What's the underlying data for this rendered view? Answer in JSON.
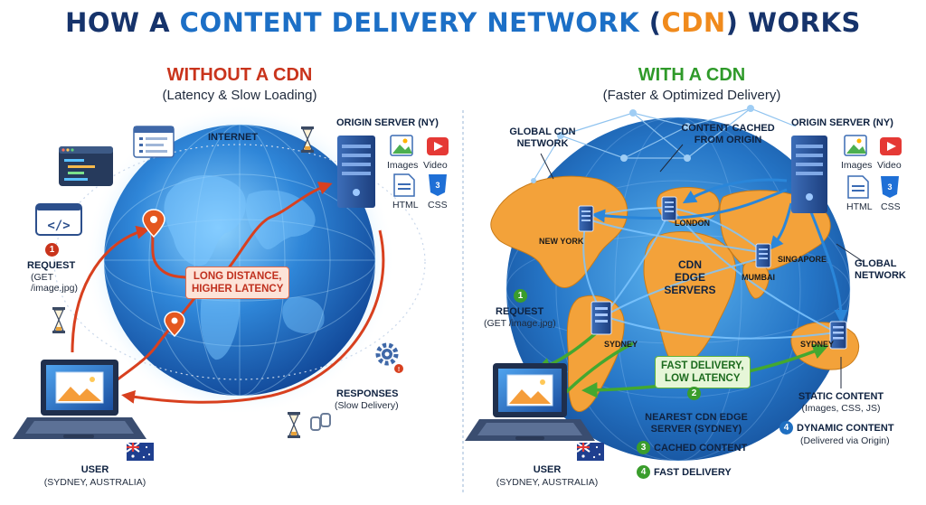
{
  "title": {
    "prefix": "HOW A ",
    "blue": "CONTENT DELIVERY NETWORK",
    "paren_open": " (",
    "orange": "CDN",
    "paren_close": ")",
    "suffix": " WORKS"
  },
  "colors": {
    "navy": "#16336b",
    "blue": "#1c6fc6",
    "orange": "#f08a1c",
    "red": "#c9341c",
    "green": "#3a9d2c",
    "globe": "#1f6fc1"
  },
  "left": {
    "heading": "WITHOUT A CDN",
    "subheading": "(Latency & Slow Loading)",
    "internet": "INTERNET",
    "origin": "ORIGIN SERVER (NY)",
    "assets": [
      "Images",
      "Video",
      "HTML",
      "CSS"
    ],
    "step_num": "1",
    "request_title": "REQUEST",
    "request_line1": "(GET",
    "request_line2": "/image.jpg)",
    "callout_line1": "LONG DISTANCE,",
    "callout_line2": "HIGHER LATENCY",
    "responses_title": "RESPONSES",
    "responses_sub": "(Slow Delivery)",
    "user_title": "USER",
    "user_sub": "(SYDNEY, AUSTRALIA)",
    "icons": [
      "code-window-icon",
      "browser-window-icon",
      "hourglass-icon",
      "location-pin-icon",
      "gear-icon",
      "laptop-icon",
      "australia-flag-icon"
    ]
  },
  "right": {
    "heading": "WITH A CDN",
    "subheading": "(Faster & Optimized Delivery)",
    "global_cdn_line1": "GLOBAL CDN",
    "global_cdn_line2": "NETWORK",
    "cached_line1": "CONTENT CACHED",
    "cached_line2": "FROM ORIGIN",
    "origin": "ORIGIN SERVER (NY)",
    "assets": [
      "Images",
      "Video",
      "HTML",
      "CSS"
    ],
    "cities": [
      "NEW YORK",
      "LONDON",
      "SINGAPORE",
      "MUMBAI",
      "SYDNEY",
      "SYDNEY"
    ],
    "edge_line1": "CDN",
    "edge_line2": "EDGE",
    "edge_line3": "SERVERS",
    "global_net_line1": "GLOBAL",
    "global_net_line2": "NETWORK",
    "step1_num": "1",
    "request_title": "REQUEST",
    "request_sub": "(GET /image.jpg)",
    "fast_line1": "FAST DELIVERY,",
    "fast_line2": "LOW LATENCY",
    "step2_num": "2",
    "nearest_line1": "NEAREST CDN EDGE",
    "nearest_line2": "SERVER (SYDNEY)",
    "step3_num": "3",
    "step3_label": "CACHED CONTENT",
    "step4_num": "4",
    "step4_label": "FAST DELIVERY",
    "static_title": "STATIC CONTENT",
    "static_sub": "(Images, CSS, JS)",
    "dynamic_num": "4",
    "dynamic_title": "DYNAMIC CONTENT",
    "dynamic_sub": "(Delivered via Origin)",
    "user_title": "USER",
    "user_sub": "(SYDNEY, AUSTRALIA)",
    "icons": [
      "server-icon",
      "laptop-icon",
      "australia-flag-icon",
      "image-file-icon",
      "video-file-icon",
      "html-file-icon",
      "css-file-icon"
    ]
  }
}
